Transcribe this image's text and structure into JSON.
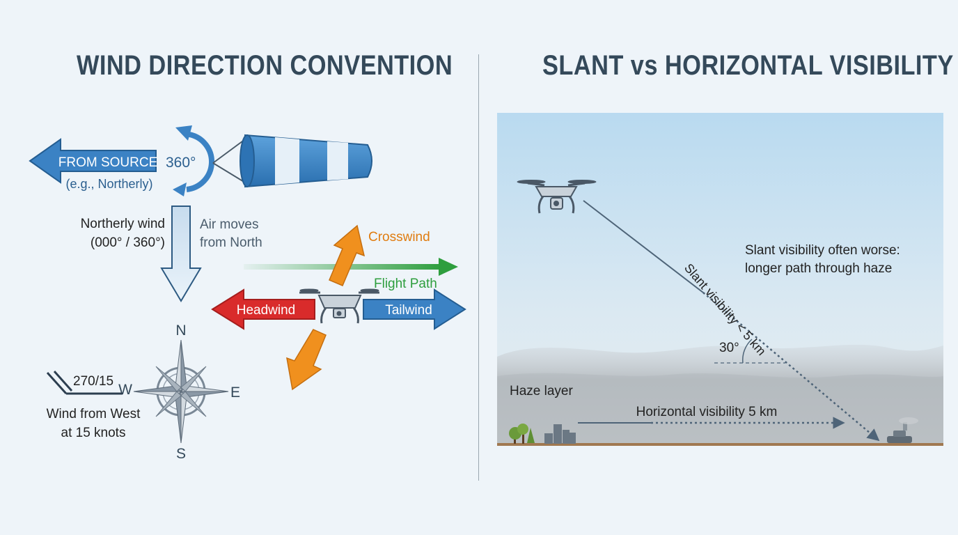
{
  "left_panel": {
    "title": "WIND DIRECTION CONVENTION",
    "windsock": {
      "source_label": "FROM SOURCE",
      "source_example": "(e.g., Northerly)",
      "rotation_label": "360°"
    },
    "northerly": {
      "name": "Northerly wind",
      "bearing": "(000° / 360°)",
      "note_line1": "Air moves",
      "note_line2": "from North"
    },
    "flight": {
      "crosswind": "Crosswind",
      "flight_path": "Flight Path",
      "headwind": "Headwind",
      "tailwind": "Tailwind"
    },
    "compass": {
      "n": "N",
      "e": "E",
      "s": "S",
      "w": "W"
    },
    "wind_barb": {
      "code": "270/15",
      "line1": "Wind from West",
      "line2": "at 15 knots"
    }
  },
  "right_panel": {
    "title": "SLANT vs HORIZONTAL VISIBILITY",
    "note_line1": "Slant visibility often worse:",
    "note_line2": "longer path through haze",
    "slant_label": "Slant visibility < 5 km",
    "angle_label": "30°",
    "haze_label": "Haze layer",
    "horizontal_label": "Horizontal visibility 5 km"
  },
  "colors": {
    "title": "#34495a",
    "blue": "#3b82c4",
    "red": "#d92b2b",
    "orange": "#f0901e",
    "green": "#2e9e3e",
    "sky_top": "#bcdcf0",
    "ground": "#a07850"
  }
}
